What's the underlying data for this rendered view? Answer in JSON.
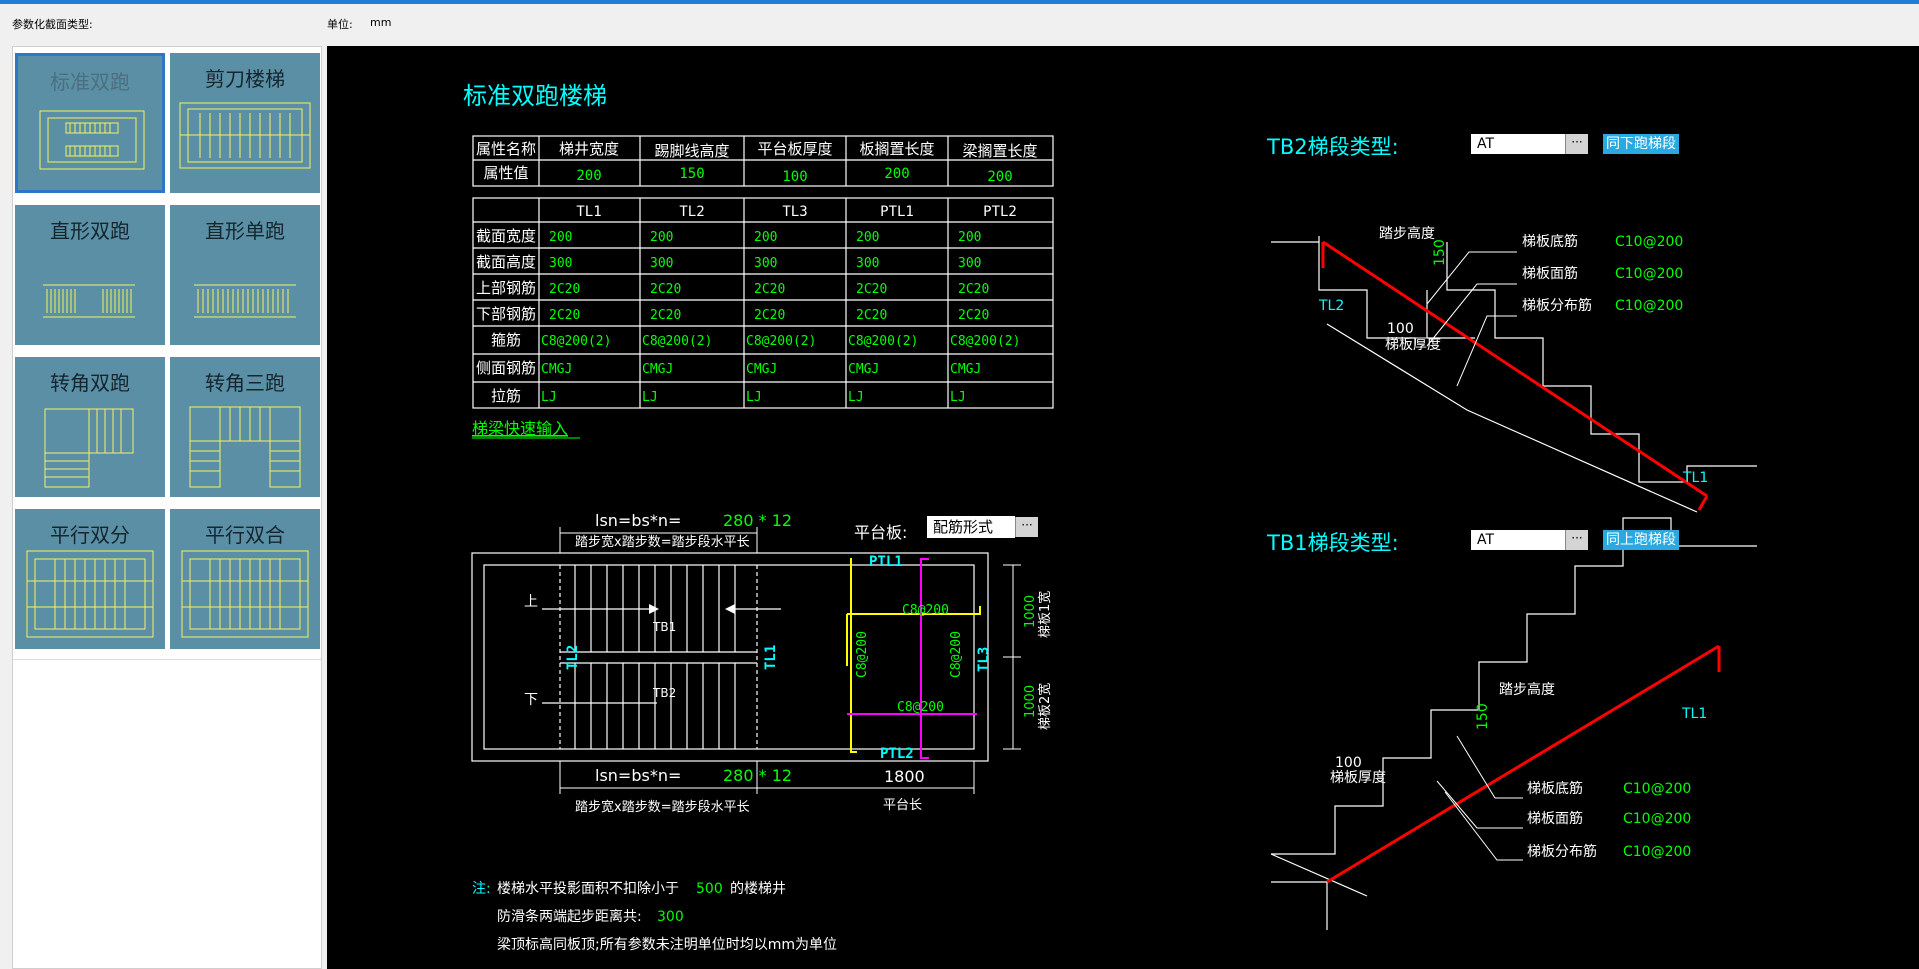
{
  "header": {
    "section_type_label": "参数化截面类型:",
    "unit_label": "单位:",
    "unit_value": "mm"
  },
  "templates": [
    {
      "label": "标准双跑",
      "selected": true
    },
    {
      "label": "剪刀楼梯",
      "selected": false
    },
    {
      "label": "直形双跑",
      "selected": false
    },
    {
      "label": "直形单跑",
      "selected": false
    },
    {
      "label": "转角双跑",
      "selected": false
    },
    {
      "label": "转角三跑",
      "selected": false
    },
    {
      "label": "平行双分",
      "selected": false
    },
    {
      "label": "平行双合",
      "selected": false
    }
  ],
  "drawing": {
    "title": "标准双跑楼梯",
    "props_table": {
      "headers": [
        "属性名称",
        "梯井宽度",
        "踢脚线高度",
        "平台板厚度",
        "板搁置长度",
        "梁搁置长度"
      ],
      "row_label": "属性值",
      "values": [
        "200",
        "150",
        "100",
        "200",
        "200"
      ]
    },
    "beam_table": {
      "columns": [
        "TL1",
        "TL2",
        "TL3",
        "PTL1",
        "PTL2"
      ],
      "rows": [
        {
          "label": "截面宽度",
          "values": [
            "200",
            "200",
            "200",
            "200",
            "200"
          ]
        },
        {
          "label": "截面高度",
          "values": [
            "300",
            "300",
            "300",
            "300",
            "300"
          ]
        },
        {
          "label": "上部钢筋",
          "values": [
            "2C20",
            "2C20",
            "2C20",
            "2C20",
            "2C20"
          ]
        },
        {
          "label": "下部钢筋",
          "values": [
            "2C20",
            "2C20",
            "2C20",
            "2C20",
            "2C20"
          ]
        },
        {
          "label": "箍筋",
          "values": [
            "C8@200(2)",
            "C8@200(2)",
            "C8@200(2)",
            "C8@200(2)",
            "C8@200(2)"
          ]
        },
        {
          "label": "侧面钢筋",
          "values": [
            "CMGJ",
            "CMGJ",
            "CMGJ",
            "CMGJ",
            "CMGJ"
          ]
        },
        {
          "label": "拉筋",
          "values": [
            "LJ",
            "LJ",
            "LJ",
            "LJ",
            "LJ"
          ]
        }
      ]
    },
    "quick_input_link": "梯梁快速输入",
    "plan": {
      "top_formula": "lsn=bs*n=",
      "top_formula_value": "280 * 12",
      "top_formula_caption": "踏步宽x踏步数=踏步段水平长",
      "bottom_formula": "lsn=bs*n=",
      "bottom_formula_value": "280 * 12",
      "bottom_formula_caption": "踏步宽x踏步数=踏步段水平长",
      "platform_length": "1800",
      "platform_length_caption": "平台长",
      "platform_label": "平台板:",
      "platform_mode": "配筋形式",
      "up_label": "上",
      "down_label": "下",
      "tb1": "TB1",
      "tb2": "TB2",
      "tl1": "TL1",
      "tl2": "TL2",
      "tl3": "TL3",
      "ptl1": "PTL1",
      "ptl2": "PTL2",
      "rebar_top": "C8@200",
      "rebar_bottom": "C8@200",
      "rebar_left": "C8@200",
      "rebar_right": "C8@200",
      "width1": "1000",
      "width1_caption": "梯板1宽",
      "width2": "1000",
      "width2_caption": "梯板2宽"
    },
    "notes": {
      "prefix": "注:",
      "line1": "楼梯水平投影面积不扣除小于",
      "line1_value": "500",
      "line1_suffix": "的楼梯井",
      "line2": "防滑条两端起步距离共:",
      "line2_value": "300",
      "line3": "梁顶标高同板顶;所有参数未注明单位时均以mm为单位"
    },
    "tb2": {
      "label": "TB2梯段类型:",
      "type_value": "AT",
      "link": "同下跑梯段",
      "step_height_label": "踏步高度",
      "step_height": "150",
      "thickness": "100",
      "thickness_label": "梯板厚度",
      "bottom_rebar_label": "梯板底筋",
      "bottom_rebar": "C10@200",
      "top_rebar_label": "梯板面筋",
      "top_rebar": "C10@200",
      "dist_rebar_label": "梯板分布筋",
      "dist_rebar": "C10@200",
      "beam_left": "TL2",
      "beam_right": "TL1"
    },
    "tb1": {
      "label": "TB1梯段类型:",
      "type_value": "AT",
      "link": "同上跑梯段",
      "step_height_label": "踏步高度",
      "step_height": "150",
      "thickness": "100",
      "thickness_label": "梯板厚度",
      "bottom_rebar_label": "梯板底筋",
      "bottom_rebar": "C10@200",
      "top_rebar_label": "梯板面筋",
      "top_rebar": "C10@200",
      "dist_rebar_label": "梯板分布筋",
      "dist_rebar": "C10@200",
      "beam_right": "TL1"
    }
  },
  "colors": {
    "cad_white": "#ffffff",
    "cad_green": "#00ff00",
    "cad_cyan": "#00ffff",
    "cad_yellow": "#ffff00",
    "cad_magenta": "#ff00ff",
    "cad_red": "#ff0000",
    "tile_bg": "#5b8fa5",
    "tile_line": "#f5f05a"
  }
}
